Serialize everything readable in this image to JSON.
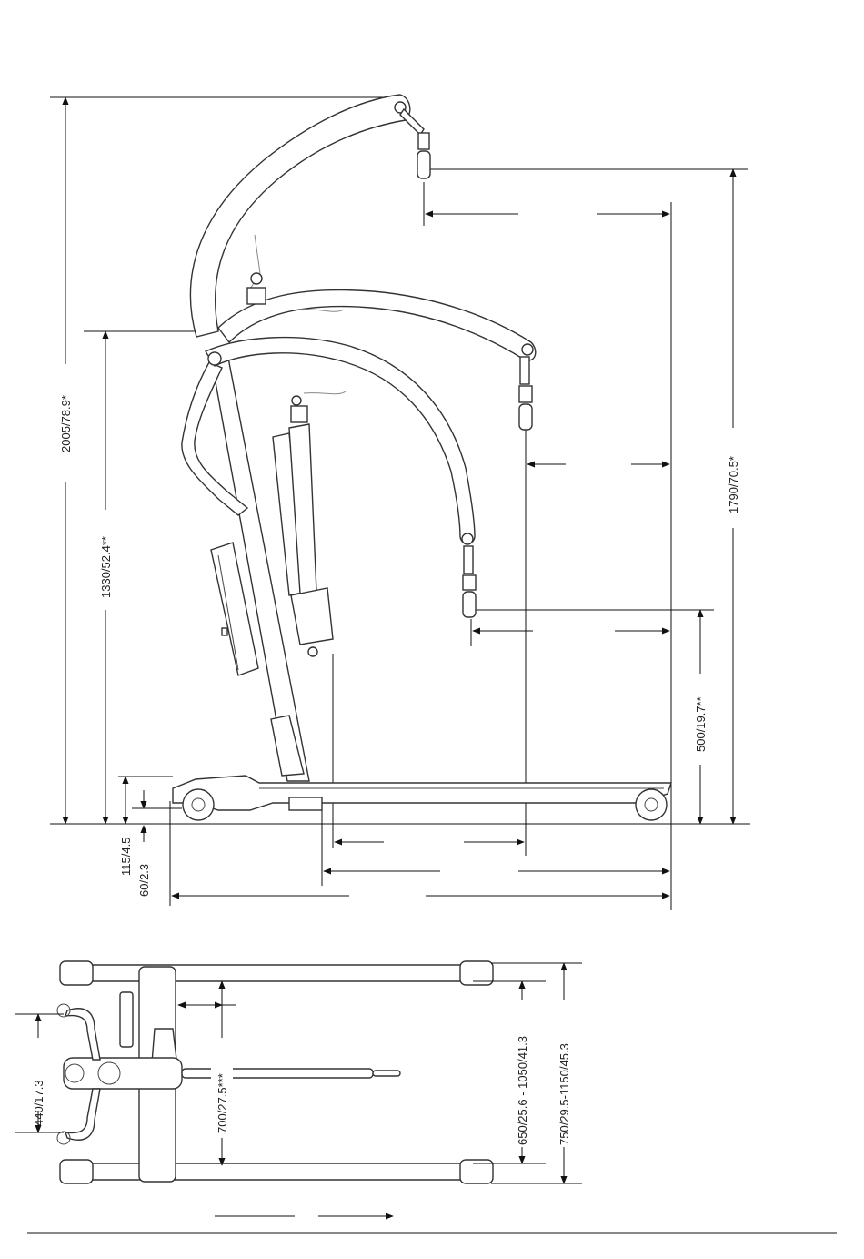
{
  "side_view": {
    "dimensions": {
      "max_lift_height": "2005/78.9*",
      "mast_height": "1330/52.4**",
      "top_reach_height": "1790/70.5*",
      "min_lift_height": "500/19.7**",
      "base_clearance": "115/4.5",
      "leg_clearance": "60/2.3"
    }
  },
  "top_view": {
    "dimensions": {
      "handle_width": "440/17.3",
      "inner_width": "700/27.5***",
      "leg_spread_inner": "650/25.6 - 1050/41.3",
      "leg_spread_outer": "750/29.5-1150/45.3"
    }
  }
}
